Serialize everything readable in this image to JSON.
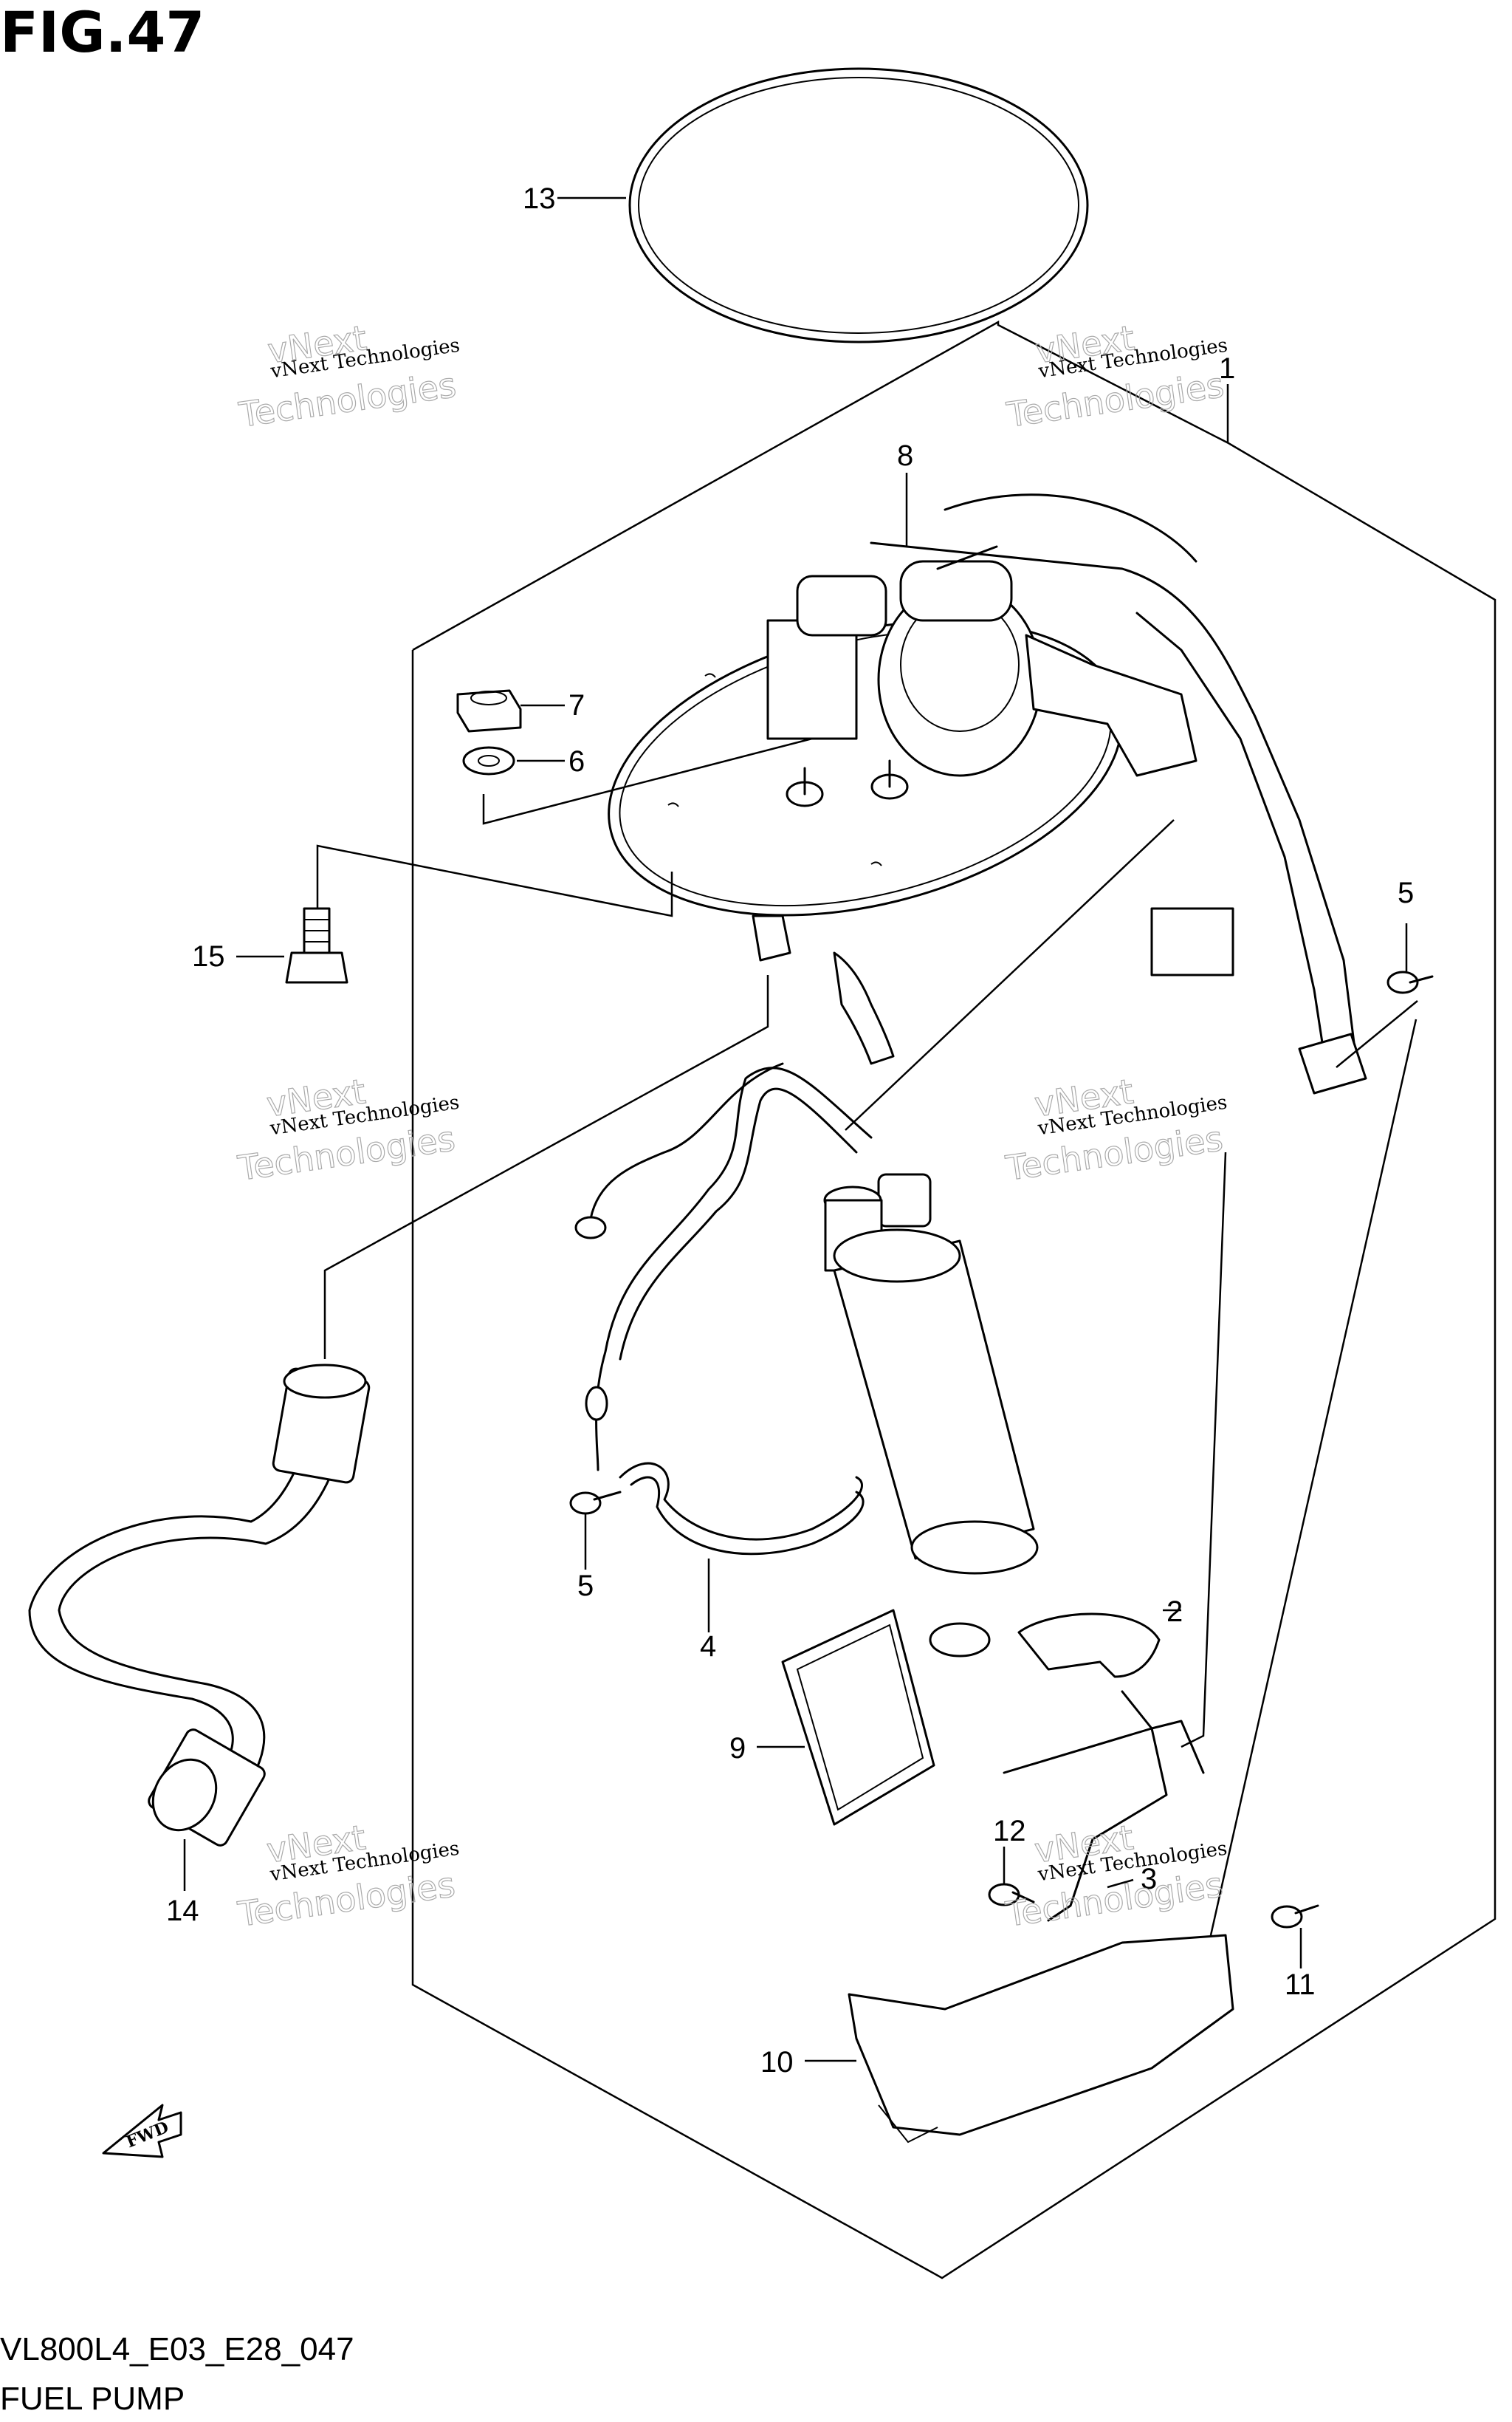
{
  "figure": {
    "title": "FIG.47",
    "code": "VL800L4_E03_E28_047",
    "name": "FUEL PUMP"
  },
  "callouts": {
    "c1": "1",
    "c2": "2",
    "c3": "3",
    "c4": "4",
    "c5a": "5",
    "c5b": "5",
    "c6": "6",
    "c7": "7",
    "c8": "8",
    "c9": "9",
    "c10": "10",
    "c11": "11",
    "c12": "12",
    "c13": "13",
    "c14": "14",
    "c15": "15"
  },
  "watermark": {
    "small": "vNext Technologies",
    "big_top": "vNext",
    "big_bottom": "Technologies"
  },
  "fwd_label": "FWD"
}
